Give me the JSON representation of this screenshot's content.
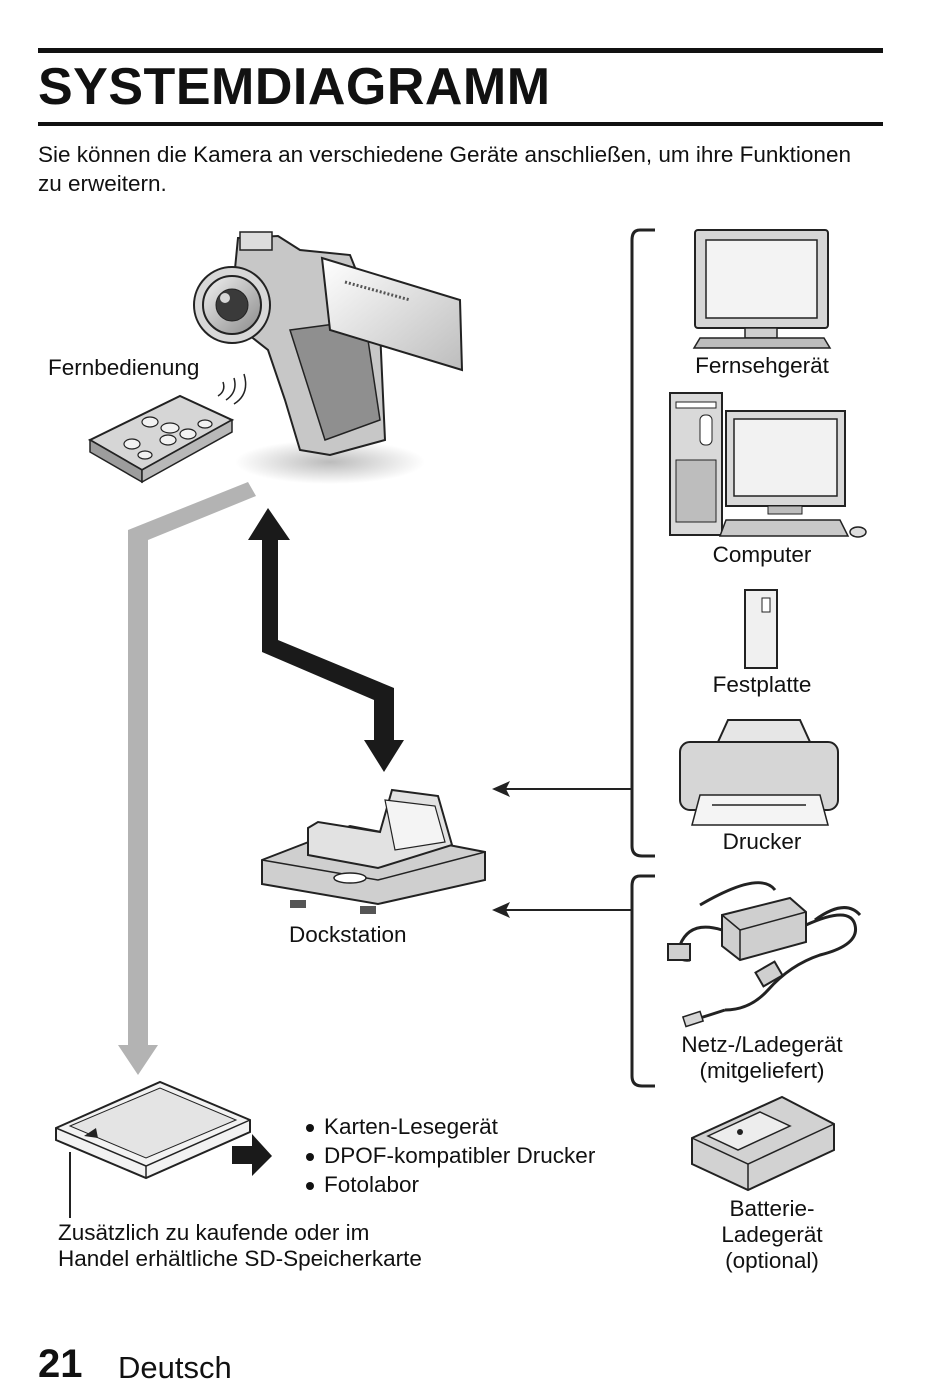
{
  "header": {
    "title": "SYSTEMDIAGRAMM",
    "intro": "Sie können die Kamera an verschiedene Geräte anschließen, um ihre Funktionen zu erweitern."
  },
  "diagram": {
    "remote_label": "Fernbedienung",
    "tv_label": "Fernsehgerät",
    "computer_label": "Computer",
    "hdd_label": "Festplatte",
    "printer_label": "Drucker",
    "dock_label": "Dockstation",
    "adapter_label_line1": "Netz-/Ladegerät",
    "adapter_label_line2": "(mitgeliefert)",
    "battery_label_line1": "Batterie-",
    "battery_label_line2": "Ladegerät",
    "battery_label_line3": "(optional)",
    "card_uses": [
      "Karten-Lesegerät",
      "DPOF-kompatibler Drucker",
      "Fotolabor"
    ],
    "card_caption_line1": "Zusätzlich zu kaufende oder im",
    "card_caption_line2": "Handel erhältliche SD-Speicherkarte"
  },
  "footer": {
    "page_number": "21",
    "language": "Deutsch"
  },
  "colors": {
    "text": "#111111",
    "arrow_dark": "#1a1a1a",
    "arrow_gray": "#b3b3b3",
    "device_fill": "#e9e9e9",
    "device_stroke": "#222222"
  }
}
